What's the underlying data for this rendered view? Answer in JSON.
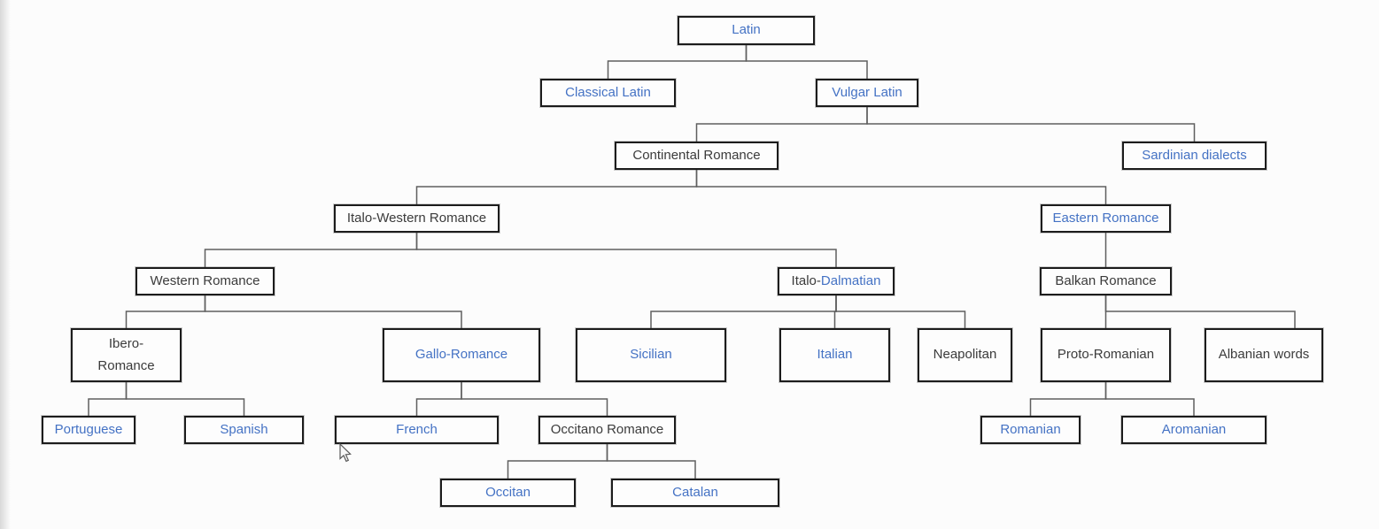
{
  "diagram": {
    "type": "tree",
    "colors": {
      "link_text_blue": "#4472c4",
      "plain_text_dark": "#3b3b3b",
      "box_border": "#1c1c1c",
      "connector_line": "#5f5f5f",
      "background": "#fcfcfc"
    },
    "nodes": {
      "latin": {
        "label": "Latin",
        "color": "blue"
      },
      "classical_latin": {
        "label": "Classical Latin",
        "color": "blue"
      },
      "vulgar_latin": {
        "label": "Vulgar Latin",
        "color": "blue"
      },
      "continental_romance": {
        "label": "Continental Romance",
        "color": "dark"
      },
      "sardinian_dialects": {
        "label": "Sardinian dialects",
        "color": "blue"
      },
      "italo_western_romance": {
        "label": "Italo-Western Romance",
        "color": "dark"
      },
      "eastern_romance": {
        "label": "Eastern Romance",
        "color": "blue"
      },
      "western_romance": {
        "label": "Western Romance",
        "color": "dark"
      },
      "italo_dalmatian": {
        "parts": [
          {
            "text": "Italo-",
            "color": "dark"
          },
          {
            "text": "Dalmatian",
            "color": "blue"
          }
        ]
      },
      "balkan_romance": {
        "label": "Balkan Romance",
        "color": "dark"
      },
      "ibero_romance": {
        "label": "Ibero-\nRomance",
        "color": "dark"
      },
      "gallo_romance": {
        "label": "Gallo-Romance",
        "color": "blue"
      },
      "sicilian": {
        "label": "Sicilian",
        "color": "blue"
      },
      "italian": {
        "label": "Italian",
        "color": "blue"
      },
      "neapolitan": {
        "label": "Neapolitan",
        "color": "dark"
      },
      "proto_romanian": {
        "label": "Proto-Romanian",
        "color": "dark"
      },
      "albanian_words": {
        "label": "Albanian words",
        "color": "dark"
      },
      "portuguese": {
        "label": "Portuguese",
        "color": "blue"
      },
      "spanish": {
        "label": "Spanish",
        "color": "blue"
      },
      "french": {
        "label": "French",
        "color": "blue"
      },
      "occitano_romance": {
        "label": "Occitano Romance",
        "color": "dark"
      },
      "romanian": {
        "label": "Romanian",
        "color": "blue"
      },
      "aromanian": {
        "label": "Aromanian",
        "color": "blue"
      },
      "occitan": {
        "label": "Occitan",
        "color": "blue"
      },
      "catalan": {
        "label": "Catalan",
        "color": "blue"
      }
    },
    "edges": [
      "latin > classical_latin",
      "latin > vulgar_latin",
      "vulgar_latin > continental_romance",
      "vulgar_latin > sardinian_dialects",
      "continental_romance > italo_western_romance",
      "continental_romance > eastern_romance",
      "italo_western_romance > western_romance",
      "italo_western_romance > italo_dalmatian",
      "eastern_romance > balkan_romance",
      "western_romance > ibero_romance",
      "western_romance > gallo_romance",
      "italo_dalmatian > sicilian",
      "italo_dalmatian > italian",
      "italo_dalmatian > neapolitan",
      "balkan_romance > proto_romanian",
      "balkan_romance > albanian_words",
      "ibero_romance > portuguese",
      "ibero_romance > spanish",
      "gallo_romance > french",
      "gallo_romance > occitano_romance",
      "proto_romanian > romanian",
      "proto_romanian > aromanian",
      "occitano_romance > occitan",
      "occitano_romance > catalan"
    ]
  }
}
